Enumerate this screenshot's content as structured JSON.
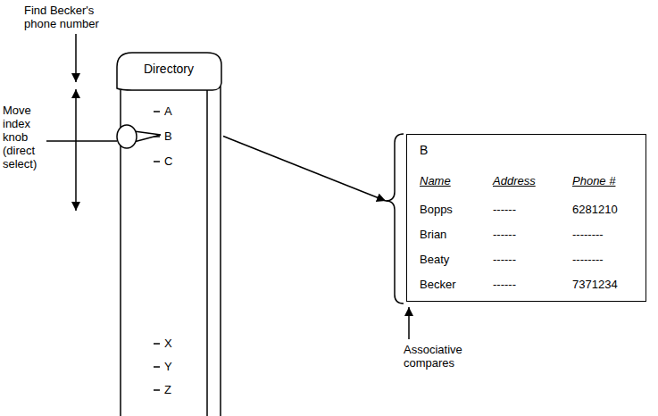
{
  "diagram": {
    "nodes": [
      {
        "text": [
          "Directory",
          "A",
          "B",
          "C",
          "X",
          "Y",
          "Z"
        ]
      },
      {
        "text": [
          "B",
          "Name",
          "Address",
          "Phone #",
          "Bopps",
          "------",
          "6281210",
          "Brian",
          "------",
          "--------",
          "Beaty",
          "------",
          "--------",
          "Becker",
          "------",
          "7371234"
        ]
      }
    ],
    "edges": [
      {
        "from": 0,
        "to": 1,
        "arrow": "to"
      }
    ],
    "labels": [
      "Find Becker's phone number",
      "Move index knob (direct select)",
      "Associative compares"
    ]
  }
}
